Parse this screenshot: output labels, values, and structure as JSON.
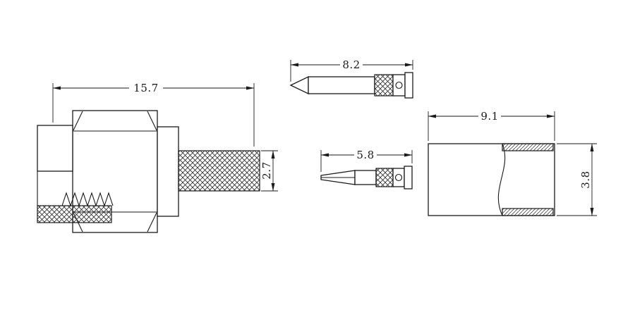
{
  "drawing": {
    "background": "#ffffff",
    "line_color": "#1a1a1a"
  },
  "dimensions": {
    "body_length": "15.7",
    "barrel_diameter": "2.7",
    "pin_long_length": "8.2",
    "pin_short_length": "5.8",
    "ferrule_length": "9.1",
    "ferrule_diameter": "3.8"
  }
}
